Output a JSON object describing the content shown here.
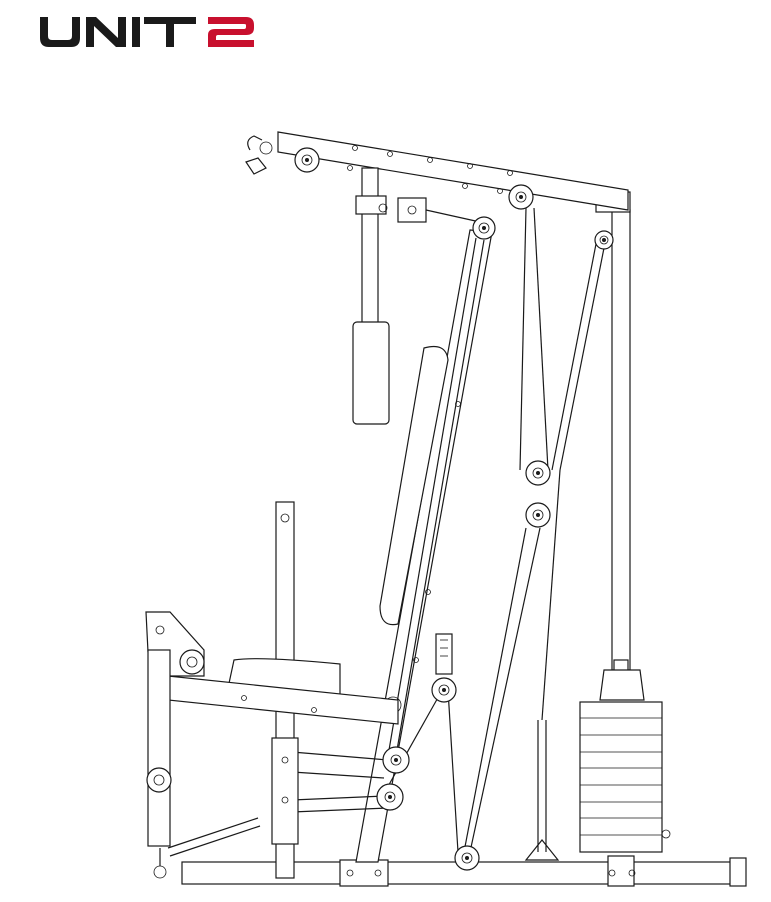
{
  "brand": {
    "logo_text": "UNIT 2",
    "primary_color": "#1a1a1a",
    "accent_color": "#c8102e"
  },
  "weight_stack": {
    "plates": 9
  },
  "pulleys": 12
}
